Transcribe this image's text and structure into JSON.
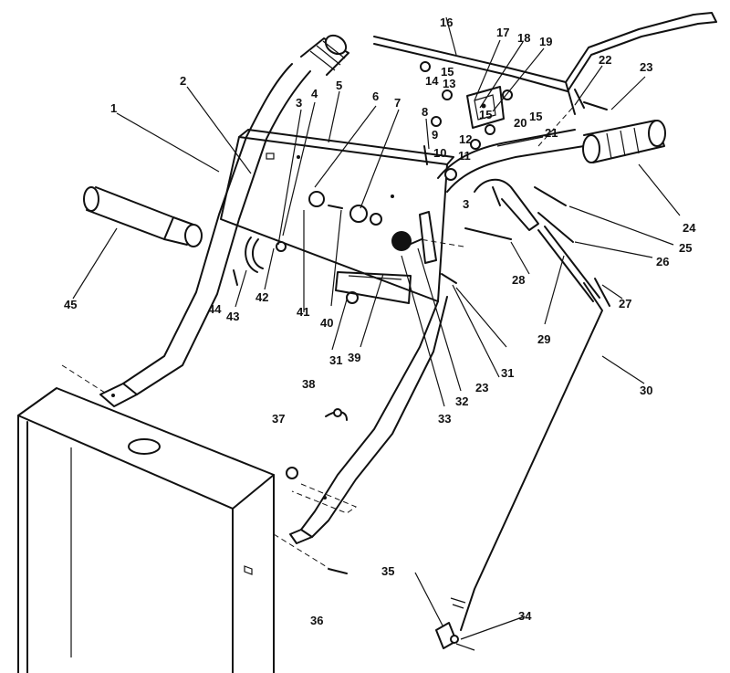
{
  "callouts": [
    {
      "id": "c1",
      "text": "1"
    },
    {
      "id": "c2",
      "text": "2"
    },
    {
      "id": "c3a",
      "text": "3"
    },
    {
      "id": "c3b",
      "text": "3"
    },
    {
      "id": "c4",
      "text": "4"
    },
    {
      "id": "c5",
      "text": "5"
    },
    {
      "id": "c6",
      "text": "6"
    },
    {
      "id": "c7",
      "text": "7"
    },
    {
      "id": "c8",
      "text": "8"
    },
    {
      "id": "c9",
      "text": "9"
    },
    {
      "id": "c10",
      "text": "10"
    },
    {
      "id": "c11",
      "text": "11"
    },
    {
      "id": "c12",
      "text": "12"
    },
    {
      "id": "c13",
      "text": "13"
    },
    {
      "id": "c14",
      "text": "14"
    },
    {
      "id": "c15a",
      "text": "15"
    },
    {
      "id": "c15b",
      "text": "15"
    },
    {
      "id": "c15c",
      "text": "15"
    },
    {
      "id": "c16",
      "text": "16"
    },
    {
      "id": "c17",
      "text": "17"
    },
    {
      "id": "c18",
      "text": "18"
    },
    {
      "id": "c19",
      "text": "19"
    },
    {
      "id": "c20",
      "text": "20"
    },
    {
      "id": "c21",
      "text": "21"
    },
    {
      "id": "c22",
      "text": "22"
    },
    {
      "id": "c23a",
      "text": "23"
    },
    {
      "id": "c23b",
      "text": "23"
    },
    {
      "id": "c24",
      "text": "24"
    },
    {
      "id": "c25",
      "text": "25"
    },
    {
      "id": "c26",
      "text": "26"
    },
    {
      "id": "c27",
      "text": "27"
    },
    {
      "id": "c28",
      "text": "28"
    },
    {
      "id": "c29",
      "text": "29"
    },
    {
      "id": "c30",
      "text": "30"
    },
    {
      "id": "c31a",
      "text": "31"
    },
    {
      "id": "c31b",
      "text": "31"
    },
    {
      "id": "c32",
      "text": "32"
    },
    {
      "id": "c33",
      "text": "33"
    },
    {
      "id": "c34",
      "text": "34"
    },
    {
      "id": "c35",
      "text": "35"
    },
    {
      "id": "c36",
      "text": "36"
    },
    {
      "id": "c37",
      "text": "37"
    },
    {
      "id": "c38",
      "text": "38"
    },
    {
      "id": "c39",
      "text": "39"
    },
    {
      "id": "c40",
      "text": "40"
    },
    {
      "id": "c41",
      "text": "41"
    },
    {
      "id": "c42",
      "text": "42"
    },
    {
      "id": "c43",
      "text": "43"
    },
    {
      "id": "c44",
      "text": "44"
    },
    {
      "id": "c45",
      "text": "45"
    }
  ]
}
